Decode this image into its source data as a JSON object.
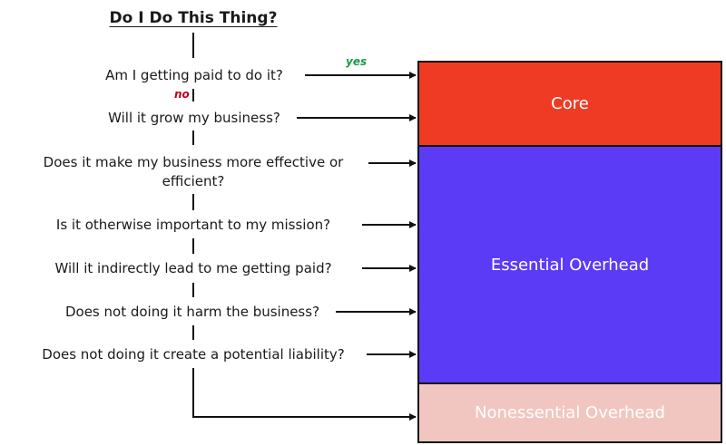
{
  "title": "Do I Do This Thing?",
  "questions": [
    {
      "text": "Am I getting paid to do it?"
    },
    {
      "text": "Will it grow my business?"
    },
    {
      "text": "Does it make my business more effective or efficient?"
    },
    {
      "text": "Is it otherwise important to my mission?"
    },
    {
      "text": "Will it indirectly lead to me getting paid?"
    },
    {
      "text": "Does not doing it harm the business?"
    },
    {
      "text": "Does not doing it create a potential liability?"
    }
  ],
  "branch_labels": {
    "yes": "yes",
    "no": "no"
  },
  "boxes": {
    "core": "Core",
    "essential": "Essential Overhead",
    "nonessential": "Nonessential Overhead"
  },
  "colors": {
    "core": "#ef3b24",
    "essential": "#5b3bf5",
    "nonessential": "#f2c6c0",
    "yes_label": "#1a9a4a",
    "no_label": "#c0001a"
  }
}
